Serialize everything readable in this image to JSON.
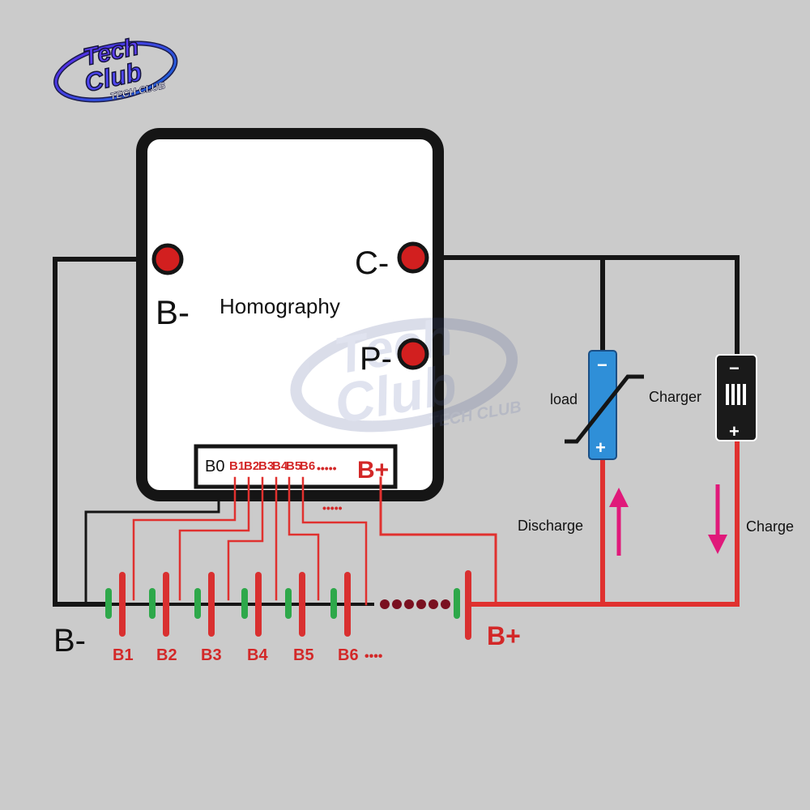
{
  "logo": {
    "line1": "Tech",
    "line2": "Club",
    "sub": "TECH CLUB"
  },
  "watermark": {
    "line1": "Tech",
    "line2": "Club",
    "sub": "TECH CLUB"
  },
  "board": {
    "title": "Homography",
    "terminal_b_minus": "B-",
    "terminal_c_minus": "C-",
    "terminal_p_minus": "P-",
    "balance_labels": [
      "B0",
      "B1",
      "B2",
      "B3",
      "B4",
      "B5",
      "B6"
    ],
    "balance_ellipsis": "•••••",
    "balance_b_plus": "B+"
  },
  "battery": {
    "cell_labels": [
      "B1",
      "B2",
      "B3",
      "B4",
      "B5",
      "B6"
    ],
    "label_ellipsis": "••••",
    "b_minus_label": "B-",
    "b_plus_label": "B+"
  },
  "load": {
    "label": "load",
    "minus": "−",
    "plus": "+"
  },
  "charger": {
    "label": "Charger",
    "minus": "−",
    "plus": "+"
  },
  "flows": {
    "discharge": "Discharge",
    "charge": "Charge"
  },
  "colors": {
    "background": "#cbcbcb",
    "wire_black": "#151515",
    "wire_red": "#e0312f",
    "terminal_red": "#d21f1f",
    "cell_negative": "#2ea84a",
    "cell_positive": "#d93030",
    "arrow": "#e0197a",
    "load_body": "#2f8fd8"
  }
}
